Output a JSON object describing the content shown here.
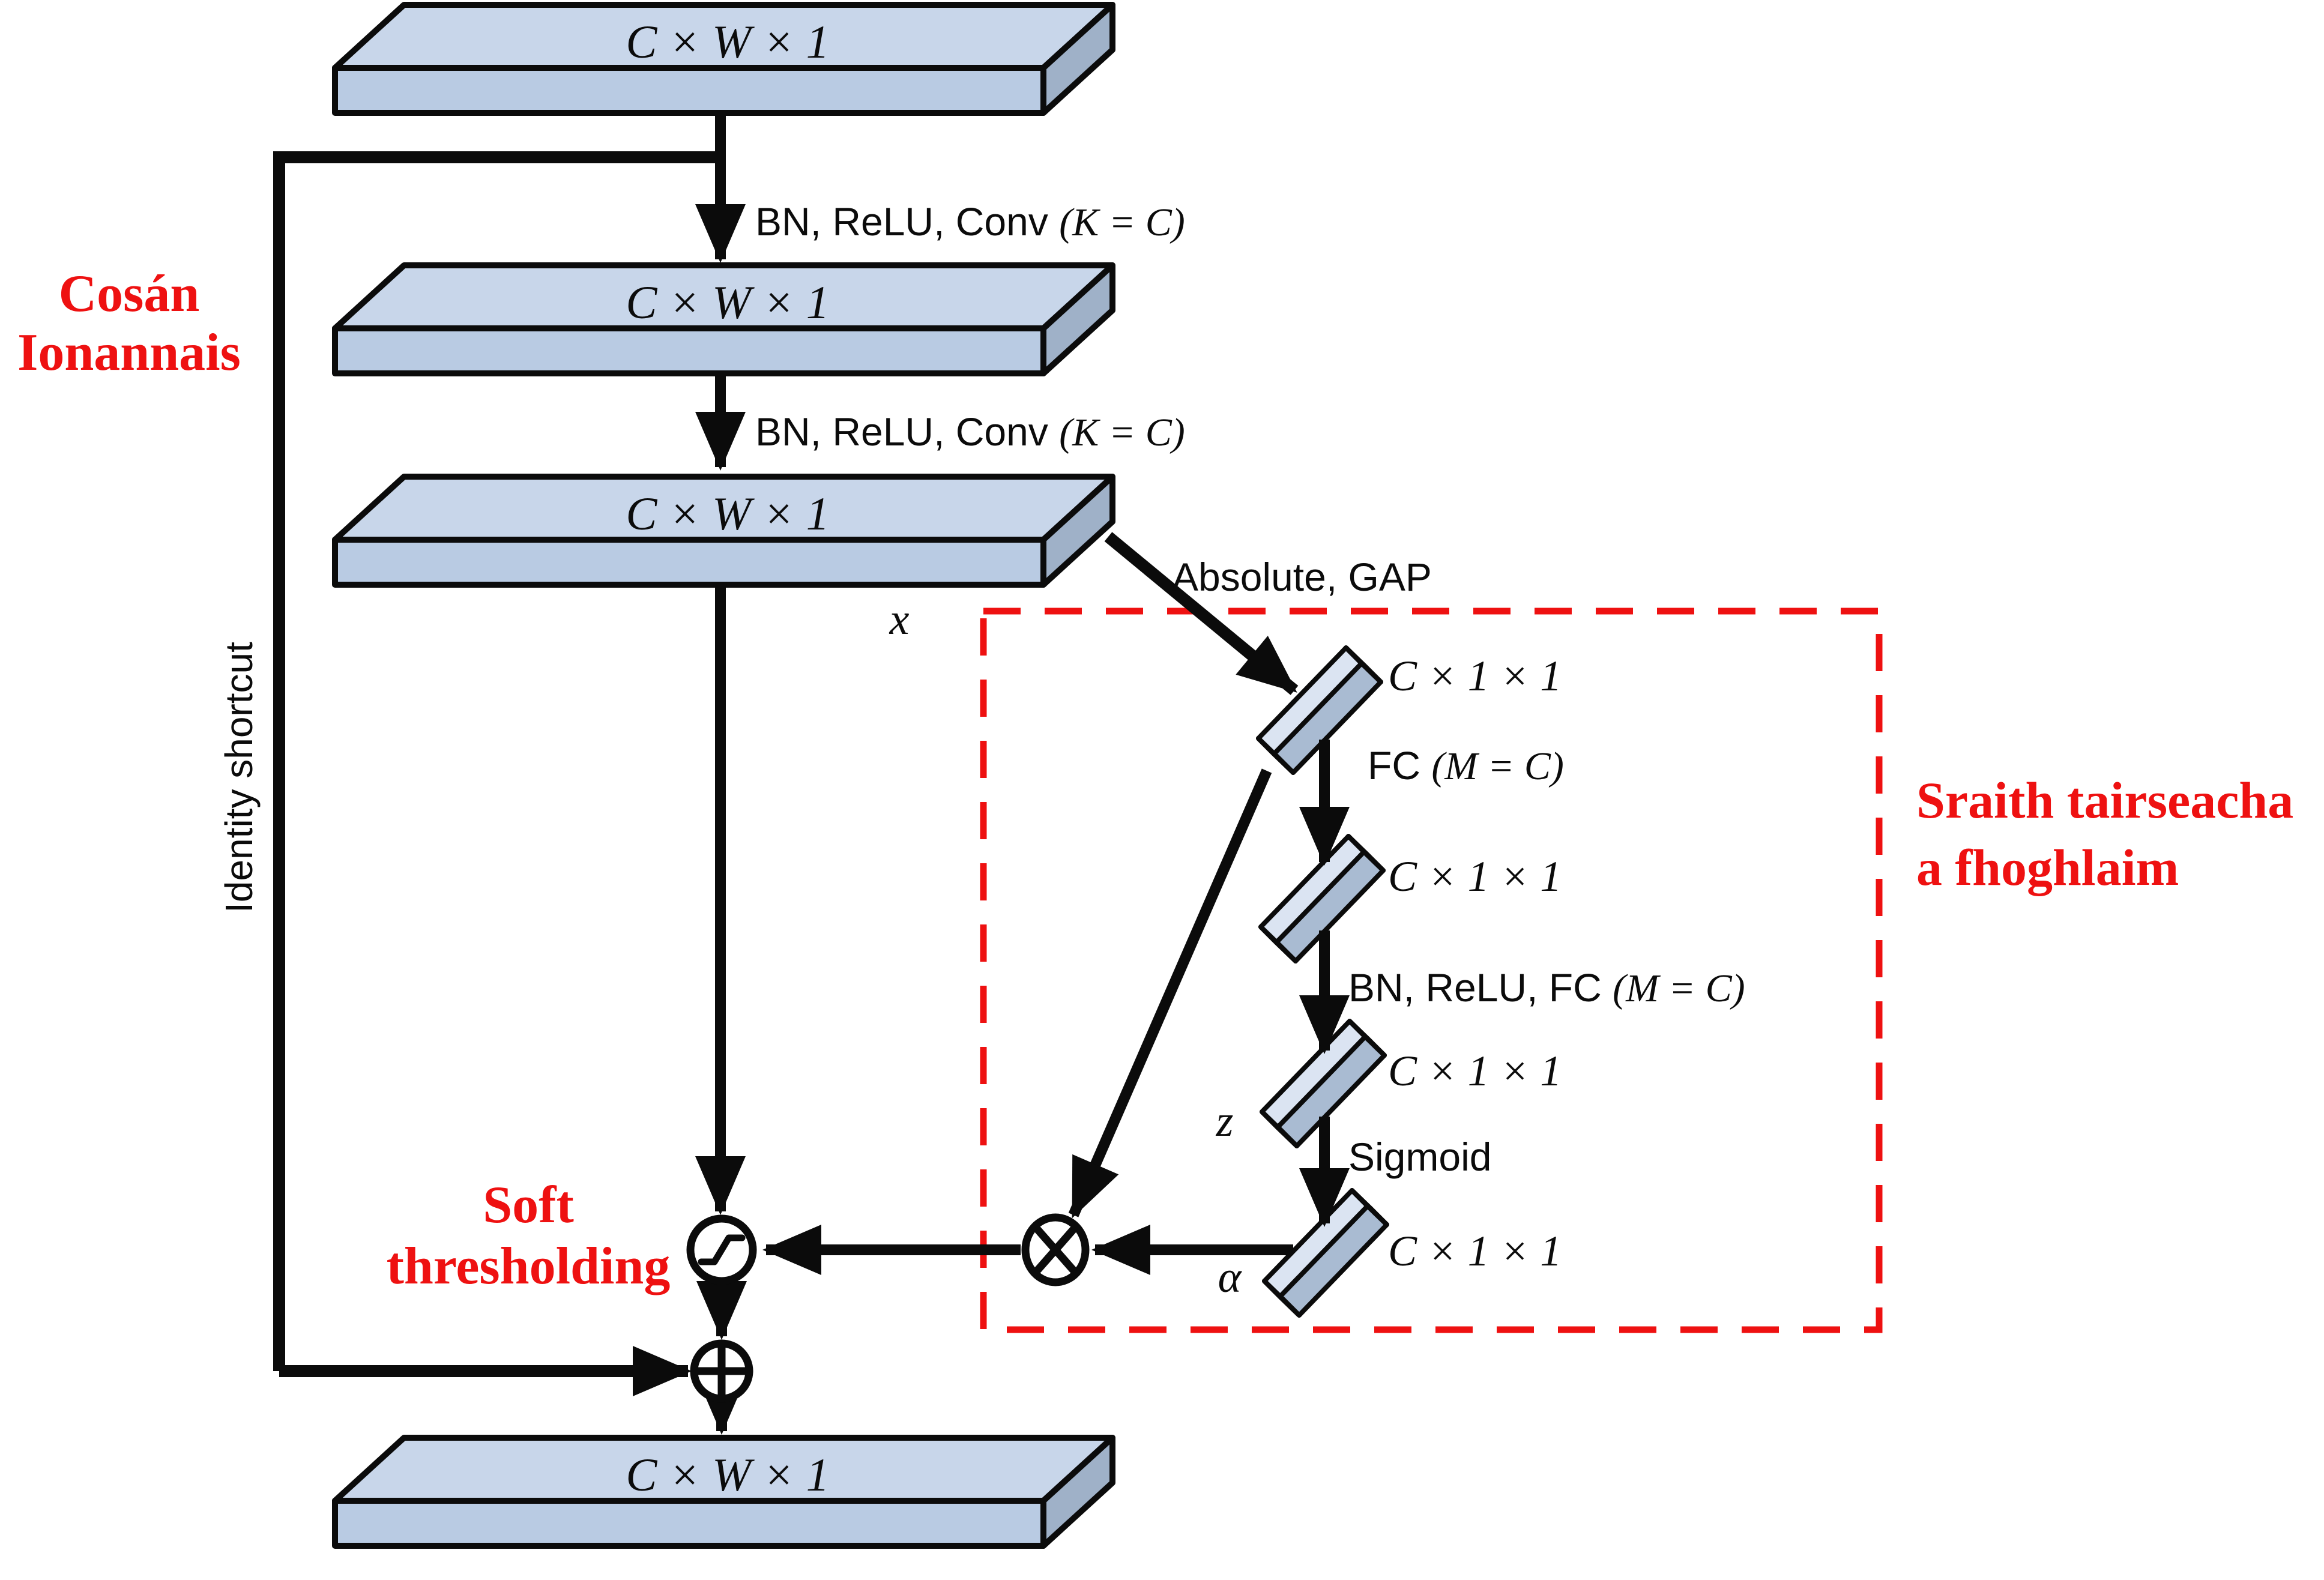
{
  "figure": {
    "slabs": [
      {
        "label": "C × W × 1"
      },
      {
        "label": "C × W × 1"
      },
      {
        "label": "C × W × 1"
      },
      {
        "label": "C × W × 1"
      }
    ],
    "bars": [
      {
        "label": "C × 1 × 1"
      },
      {
        "label": "C × 1 × 1"
      },
      {
        "label": "C × 1 × 1"
      },
      {
        "label": "C × 1 × 1"
      }
    ],
    "ops": {
      "conv1_prefix": "BN, ReLU, Conv ",
      "conv1_math": "(K = C)",
      "conv2_prefix": "BN, ReLU, Conv ",
      "conv2_math": "(K = C)",
      "abs_gap": "Absolute, GAP",
      "fc1_prefix": "FC ",
      "fc1_math": "(M = C)",
      "fc2_prefix": "BN, ReLU, FC ",
      "fc2_math": "(M = C)",
      "sigmoid": "Sigmoid"
    },
    "vars": {
      "x": "x",
      "z": "z",
      "alpha": "α"
    },
    "annotations": {
      "identity_path_line1": "Cosán",
      "identity_path_line2": "Ionannais",
      "identity_shortcut": "Identity shortcut",
      "soft_line1": "Soft",
      "soft_line2": "thresholding",
      "threshold_line1": "Sraith tairseacha",
      "threshold_line2": "a fhoghlaim"
    },
    "colors": {
      "annotation_red": "#ee1111",
      "slab_top": "#c8d6ea",
      "slab_front": "#b9cbe3",
      "slab_side": "#9fb1c8",
      "bar_front": "#a9bbd2",
      "line_black": "#0b0b0b",
      "background": "#ffffff"
    }
  }
}
